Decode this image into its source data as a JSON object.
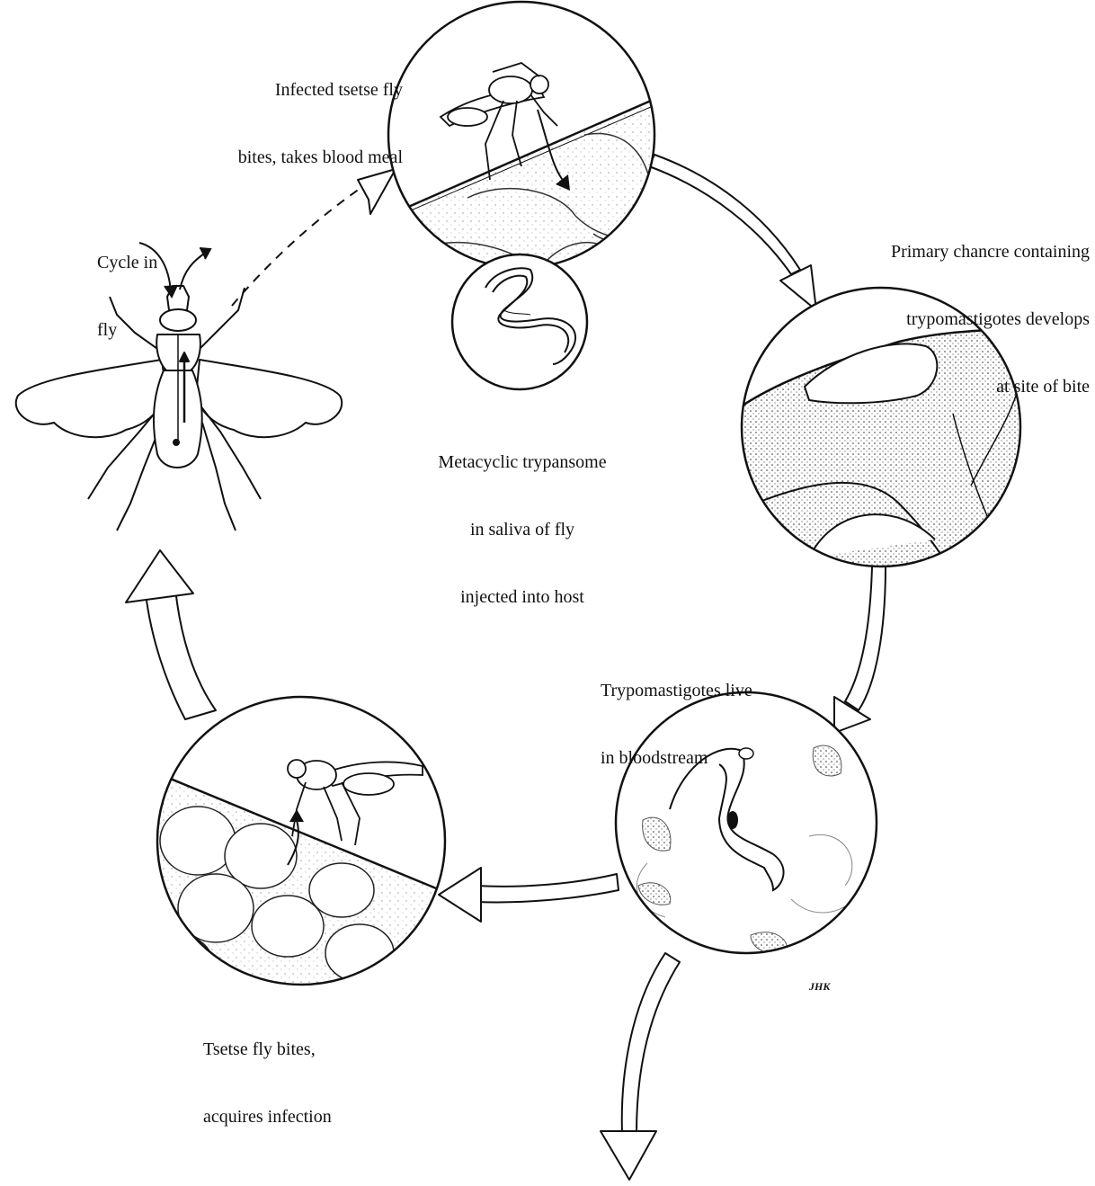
{
  "labels": {
    "cycle_in_fly": [
      "Cycle in",
      "fly"
    ],
    "infected_bites": [
      "Infected tsetse fly",
      "bites, takes blood meal"
    ],
    "metacyclic": [
      "Metacyclic trypansome",
      "in saliva of fly",
      "injected into host"
    ],
    "chancre": [
      "Primary chancre containing",
      "trypomastigotes develops",
      "at site of bite"
    ],
    "bloodstream": [
      "Trypomastigotes live",
      "in bloodstream"
    ],
    "acquires": [
      "Tsetse fly bites,",
      "acquires infection"
    ]
  },
  "signature": "JHK",
  "colors": {
    "ink": "#111111",
    "background": "#ffffff"
  }
}
